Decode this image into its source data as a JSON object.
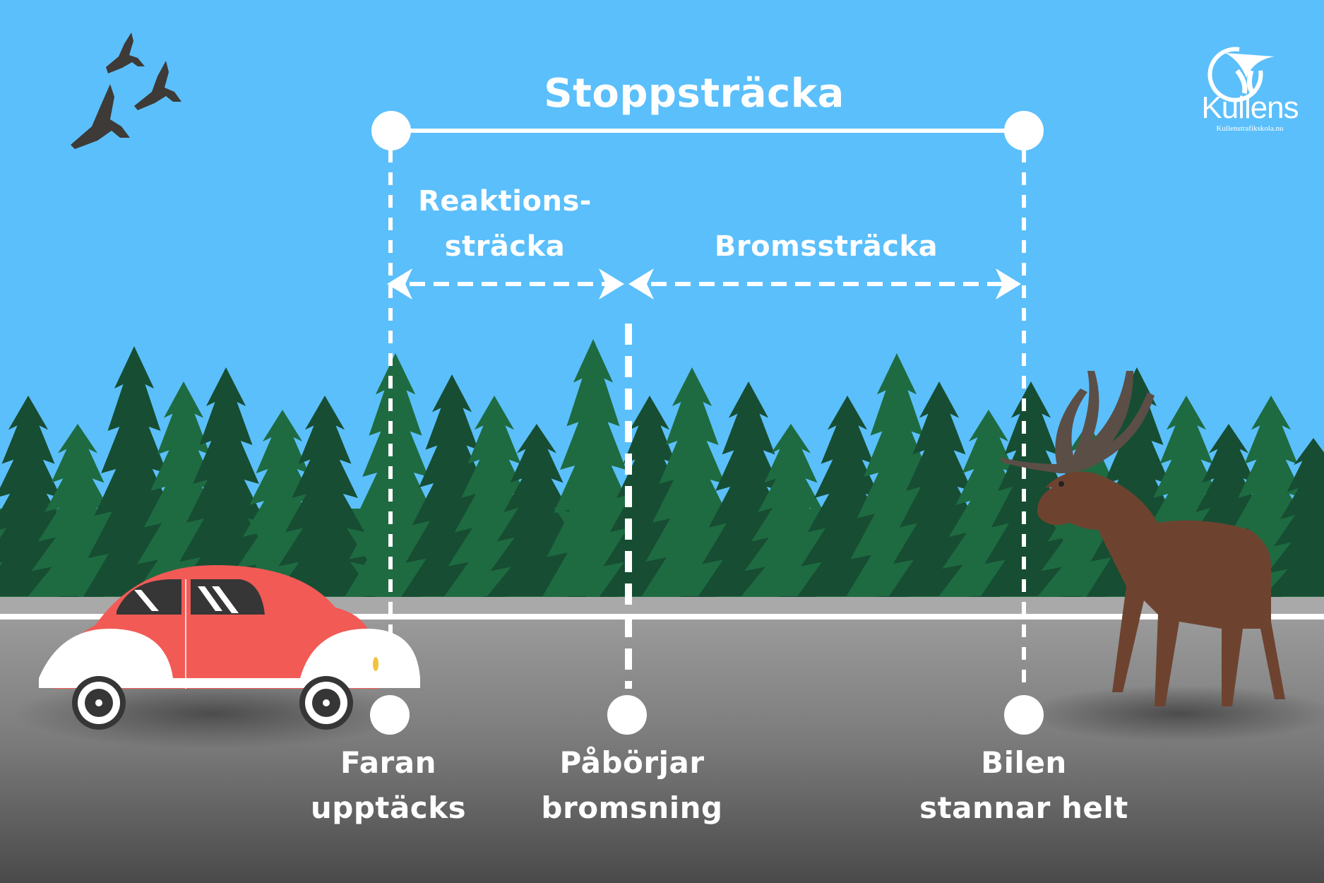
{
  "title": "Stoppsträcka",
  "segments": {
    "reaction_line1": "Reaktions-",
    "reaction_line2": "sträcka",
    "braking": "Bromssträcka"
  },
  "events": [
    {
      "line1": "Faran",
      "line2": "upptäcks"
    },
    {
      "line1": "Påbörjar",
      "line2": "bromsning"
    },
    {
      "line1": "Bilen",
      "line2": "stannar helt"
    }
  ],
  "logo": {
    "name": "Kullens",
    "website": "Kullenstrafikskola.nu"
  },
  "icons": {
    "birds": "birds-icon",
    "car": "car-icon",
    "moose": "moose-icon",
    "logo": "kullens-logo-icon"
  },
  "colors": {
    "sky": "#5bbffb",
    "tree_dark": "#174d33",
    "tree_mid": "#1e6b41",
    "road_light": "#a8a8a8",
    "road": "#8f8f8f",
    "car_red": "#f25a55",
    "moose_brown": "#6d4330",
    "marker": "#ffffff"
  }
}
